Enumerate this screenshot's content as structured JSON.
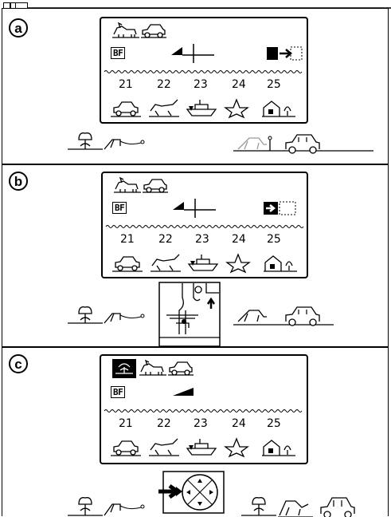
{
  "header": {
    "tab_labels": [
      " ",
      " "
    ]
  },
  "panels": [
    {
      "id": "a",
      "label": "a",
      "bf_text": "BF",
      "numbers": [
        "21",
        "22",
        "23",
        "24",
        "25"
      ]
    },
    {
      "id": "b",
      "label": "b",
      "bf_text": "BF",
      "numbers": [
        "21",
        "22",
        "23",
        "24",
        "25"
      ]
    },
    {
      "id": "c",
      "label": "c",
      "bf_text": "BF",
      "numbers": [
        "21",
        "22",
        "23",
        "24",
        "25"
      ]
    }
  ]
}
